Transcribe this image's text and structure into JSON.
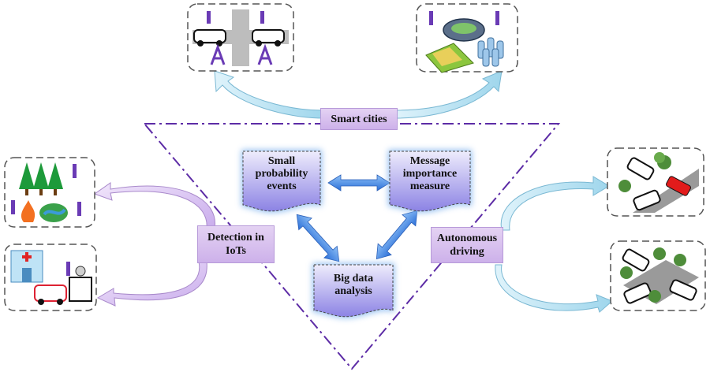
{
  "labels": {
    "smart_cities": "Smart cities",
    "detection_iots": "Detection in\nIoTs",
    "detection_iots_prefix": "D",
    "autonomous_driving": "Autonomous\ndriving"
  },
  "documents": {
    "small_prob": "Small\nprobability\nevents",
    "message_importance": "Message\nimportance\nmeasure",
    "big_data": "Big data\nanalysis"
  },
  "colors": {
    "triangle": "#5d2ca6",
    "curve_arrow": "#b8e4f2",
    "curve_arrow_alt": "#dcc7f2",
    "doc_fill_top": "#e6e4fb",
    "doc_fill_bottom": "#8f86e6",
    "doc_glow": "#7fb2ee",
    "double_arrow": "#3d7fe3",
    "label_bg": "#d8c1f0"
  },
  "scenes": {
    "top_left": "crossroad-base-stations",
    "top_right": "stadium-crowd",
    "left_top": "forest-fire-monitoring",
    "left_bottom": "hospital-ambulance",
    "right_top": "car-collision",
    "right_bottom": "intersection-traffic"
  }
}
